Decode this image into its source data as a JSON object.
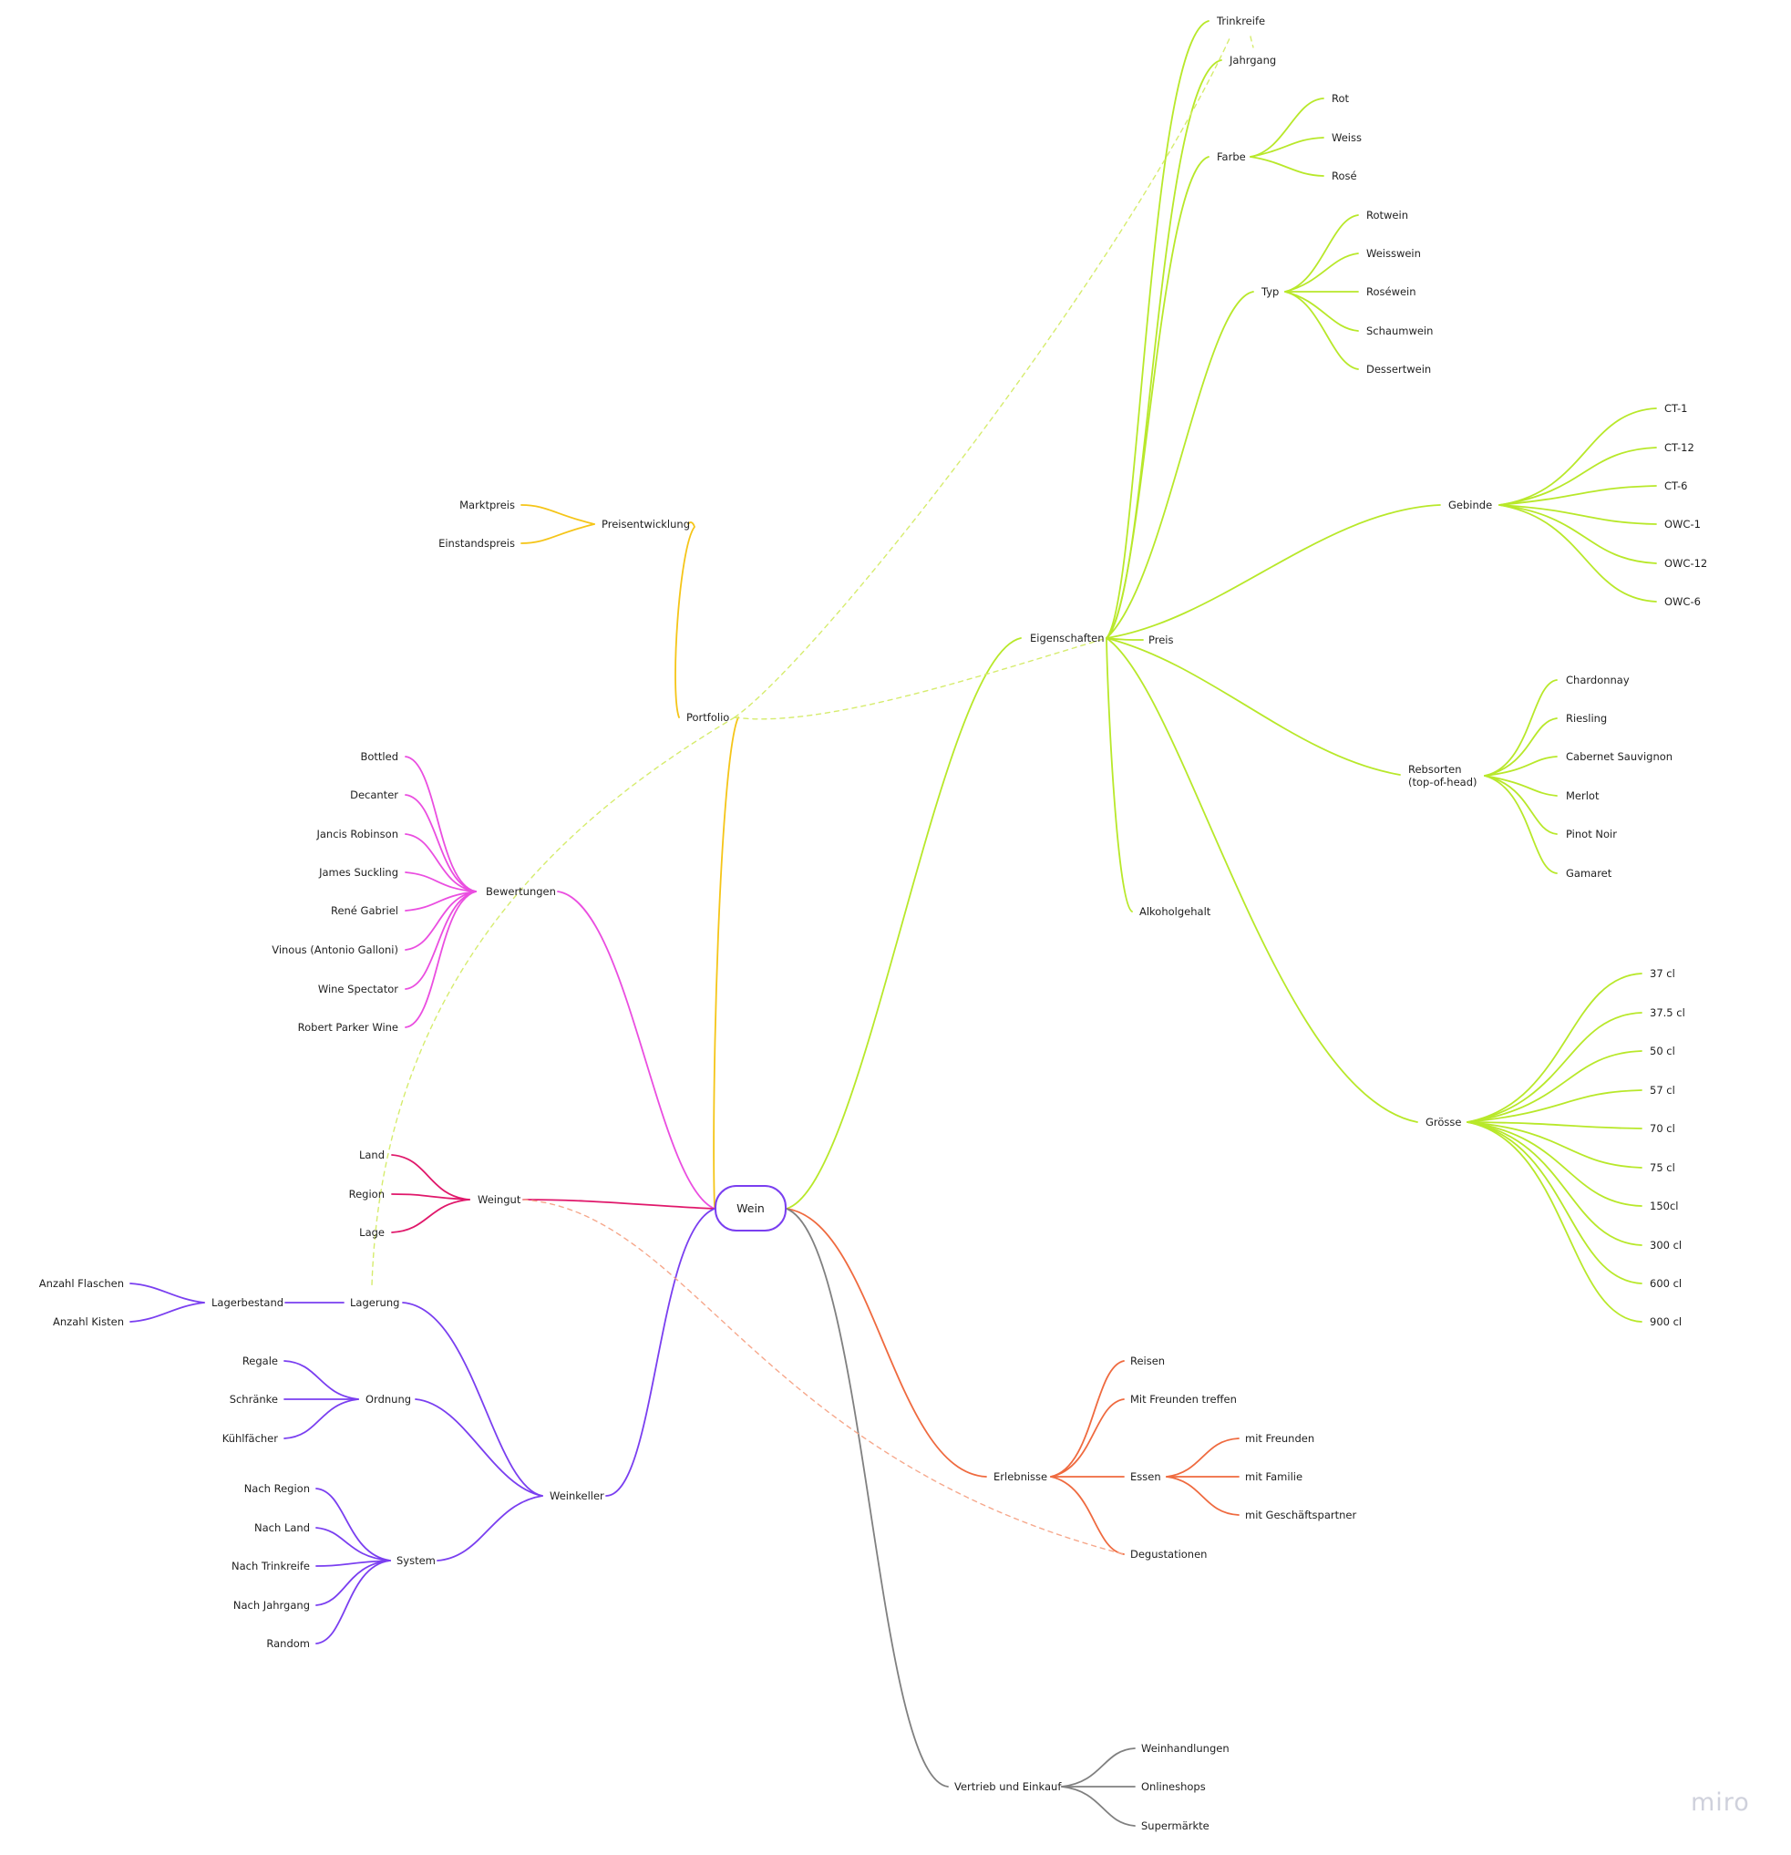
{
  "board": {
    "logo": "miro",
    "root": {
      "label": "Wein",
      "color": "#7a3ff0"
    }
  },
  "colors": {
    "eigenschaften": "#b8e82a",
    "portfolio": "#f5c518",
    "bewertungen": "#ea4ee0",
    "weingut": "#e0186b",
    "weinkeller": "#7a3ff0",
    "erlebnisse": "#ef6a3f",
    "vertrieb": "#808080"
  },
  "branches": {
    "eigenschaften": {
      "label": "Eigenschaften",
      "trinkreife": "Trinkreife",
      "jahrgang": "Jahrgang",
      "farbe": {
        "label": "Farbe",
        "items": [
          "Rot",
          "Weiss",
          "Rosé"
        ]
      },
      "typ": {
        "label": "Typ",
        "items": [
          "Rotwein",
          "Weisswein",
          "Roséwein",
          "Schaumwein",
          "Dessertwein"
        ]
      },
      "gebinde": {
        "label": "Gebinde",
        "items": [
          "CT-1",
          "CT-12",
          "CT-6",
          "OWC-1",
          "OWC-12",
          "OWC-6"
        ]
      },
      "preis": "Preis",
      "rebsorten": {
        "label": "Rebsorten\n(top-of-head)",
        "items": [
          "Chardonnay",
          "Riesling",
          "Cabernet Sauvignon",
          "Merlot",
          "Pinot Noir",
          "Gamaret"
        ]
      },
      "alkoholgehalt": "Alkoholgehalt",
      "groesse": {
        "label": "Grösse",
        "items": [
          "37 cl",
          "37.5 cl",
          "50 cl",
          "57 cl",
          "70 cl",
          "75 cl",
          "150cl",
          "300 cl",
          "600 cl",
          "900 cl"
        ]
      }
    },
    "portfolio": {
      "label": "Portfolio",
      "preisentwicklung": {
        "label": "Preisentwicklung",
        "items": [
          "Marktpreis",
          "Einstandspreis"
        ]
      }
    },
    "bewertungen": {
      "label": "Bewertungen",
      "items": [
        "Bottled",
        "Decanter",
        "Jancis Robinson",
        "James Suckling",
        "René Gabriel",
        "Vinous (Antonio Galloni)",
        "Wine Spectator",
        "Robert Parker Wine"
      ]
    },
    "weingut": {
      "label": "Weingut",
      "items": [
        "Land",
        "Region",
        "Lage"
      ]
    },
    "weinkeller": {
      "label": "Weinkeller",
      "lagerung": {
        "label": "Lagerung",
        "lagerbestand": {
          "label": "Lagerbestand",
          "items": [
            "Anzahl Flaschen",
            "Anzahl Kisten"
          ]
        }
      },
      "ordnung": {
        "label": "Ordnung",
        "items": [
          "Regale",
          "Schränke",
          "Kühlfächer"
        ]
      },
      "system": {
        "label": "System",
        "items": [
          "Nach Region",
          "Nach Land",
          "Nach Trinkreife",
          "Nach Jahrgang",
          "Random"
        ]
      }
    },
    "erlebnisse": {
      "label": "Erlebnisse",
      "reisen": "Reisen",
      "freunde": "Mit Freunden treffen",
      "essen": {
        "label": "Essen",
        "items": [
          "mit Freunden",
          "mit Familie",
          "mit Geschäftspartner"
        ]
      },
      "degustationen": "Degustationen"
    },
    "vertrieb": {
      "label": "Vertrieb und Einkauf",
      "items": [
        "Weinhandlungen",
        "Onlineshops",
        "Supermärkte"
      ]
    }
  }
}
